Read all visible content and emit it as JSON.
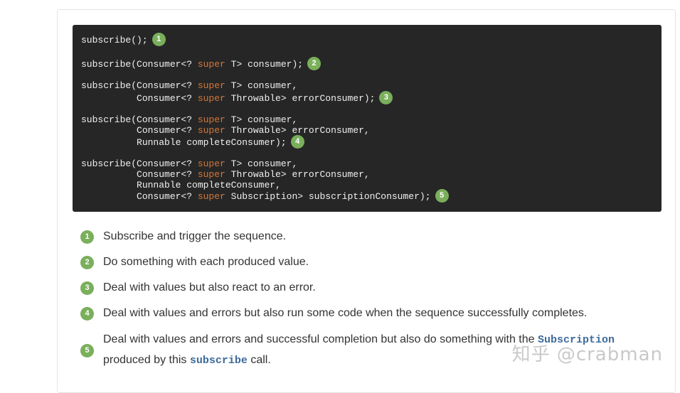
{
  "code": {
    "line1": "subscribe();",
    "line2": "subscribe(Consumer<? ",
    "kw": "super",
    "t_consumer_semi": " T> consumer);",
    "t_consumer_comma": " T> consumer,",
    "indent_consumer": "          Consumer<? ",
    "throwable_semi": " Throwable> errorConsumer);",
    "throwable_comma": " Throwable> errorConsumer,",
    "indent_runnable_semi": "          Runnable completeConsumer);",
    "indent_runnable_comma": "          Runnable completeConsumer,",
    "subscription_semi": " Subscription> subscriptionConsumer);",
    "subscribe_open": "subscribe(Consumer<? "
  },
  "callouts": [
    "1",
    "2",
    "3",
    "4",
    "5"
  ],
  "notes": [
    {
      "num": "1",
      "text": "Subscribe and trigger the sequence."
    },
    {
      "num": "2",
      "text": "Do something with each produced value."
    },
    {
      "num": "3",
      "text": "Deal with values but also react to an error."
    },
    {
      "num": "4",
      "text": "Deal with values and errors but also run some code when the sequence successfully completes."
    },
    {
      "num": "5",
      "text_a": "Deal with values and errors and successful completion but also do something with the ",
      "code_a": "Subscription",
      "text_b": "produced by this ",
      "code_b": "subscribe",
      "text_c": " call."
    }
  ],
  "watermark": "知乎 @crabman"
}
